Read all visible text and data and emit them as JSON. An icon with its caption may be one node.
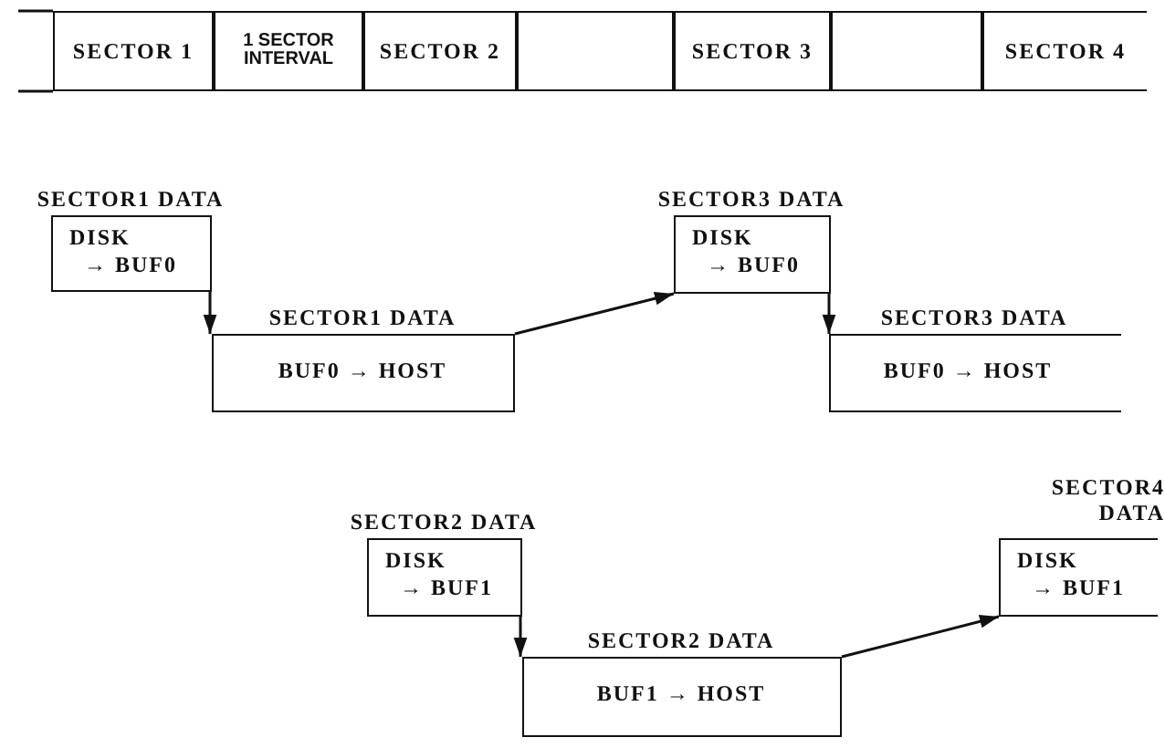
{
  "diagram": {
    "nodes": [
      {
        "text": [
          "SECTOR 1"
        ]
      },
      {
        "text": [
          "1 SECTOR INTERVAL"
        ]
      },
      {
        "text": [
          "SECTOR 2"
        ]
      },
      {
        "text": [],
        "shape": "box"
      },
      {
        "text": [
          "SECTOR 3"
        ]
      },
      {
        "text": [],
        "shape": "box"
      },
      {
        "text": [
          "SECTOR 4"
        ]
      },
      {
        "text": [
          "SECTOR1 DATA",
          "DISK → BUF0"
        ]
      },
      {
        "text": [
          "SECTOR3 DATA",
          "DISK → BUF0"
        ]
      },
      {
        "text": [
          "SECTOR1 DATA",
          "BUF0 → HOST"
        ]
      },
      {
        "text": [
          "SECTOR3 DATA",
          "BUF0 → HOST"
        ]
      },
      {
        "text": [
          "SECTOR2 DATA",
          "DISK → BUF1"
        ]
      },
      {
        "text": [
          "SECTOR4 DATA",
          "DISK → BUF1"
        ]
      },
      {
        "text": [
          "SECTOR2 DATA",
          "BUF1 → HOST"
        ]
      }
    ],
    "edges": [
      {
        "from": 7,
        "to": 9,
        "arrow": "to"
      },
      {
        "from": 9,
        "to": 8,
        "arrow": "to"
      },
      {
        "from": 8,
        "to": 10,
        "arrow": "to"
      },
      {
        "from": 11,
        "to": 13,
        "arrow": "to"
      },
      {
        "from": 13,
        "to": 12,
        "arrow": "to"
      }
    ]
  }
}
